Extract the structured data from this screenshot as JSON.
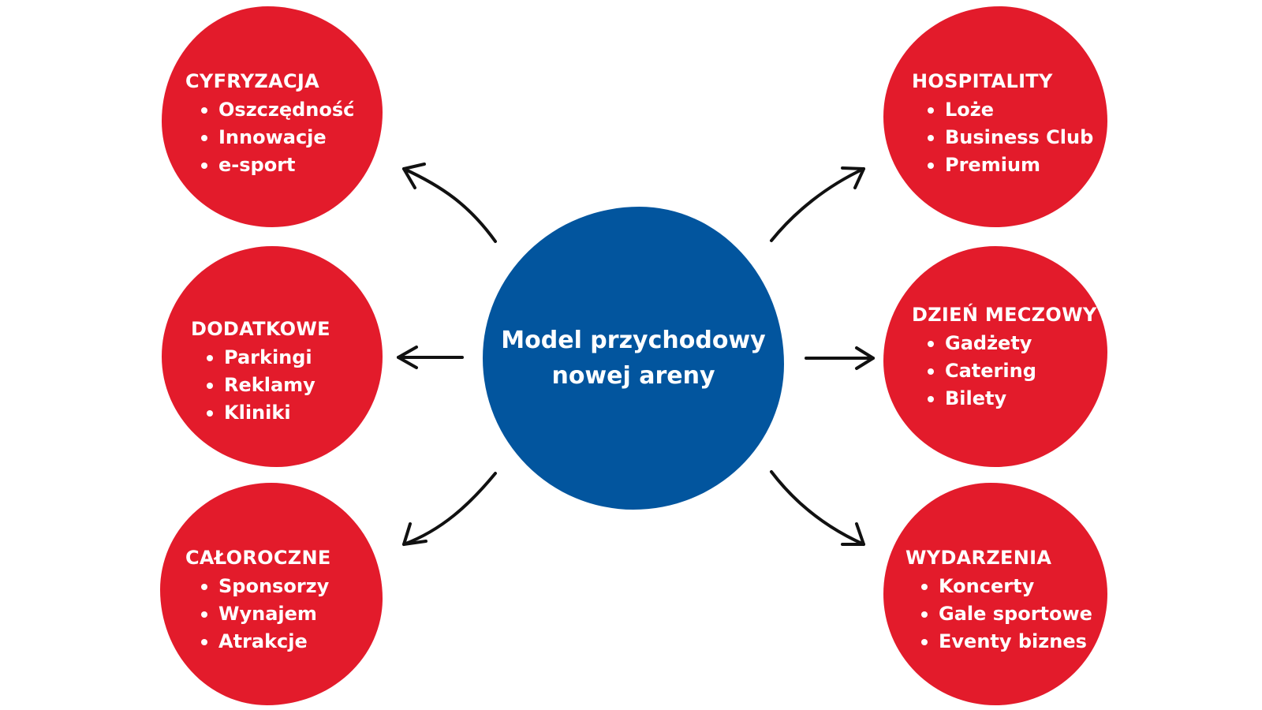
{
  "center": {
    "title": "Model przychodowy nowej areny"
  },
  "colors": {
    "center_fill": "#02559e",
    "node_fill": "#e31b2b",
    "arrow": "#111111",
    "text": "#ffffff"
  },
  "nodes": [
    {
      "title": "CYFRYZACJA",
      "items": [
        "Oszczędność",
        "Innowacje",
        "e-sport"
      ]
    },
    {
      "title": "DODATKOWE",
      "items": [
        "Parkingi",
        "Reklamy",
        "Kliniki"
      ]
    },
    {
      "title": "CAŁOROCZNE",
      "items": [
        "Sponsorzy",
        "Wynajem",
        "Atrakcje"
      ]
    },
    {
      "title": "HOSPITALITY",
      "items": [
        "Loże",
        "Business Club",
        "Premium"
      ]
    },
    {
      "title": "DZIEŃ MECZOWY",
      "items": [
        "Gadżety",
        "Catering",
        "Bilety"
      ]
    },
    {
      "title": "WYDARZENIA",
      "items": [
        "Koncerty",
        "Gale sportowe",
        "Eventy biznes"
      ]
    }
  ]
}
